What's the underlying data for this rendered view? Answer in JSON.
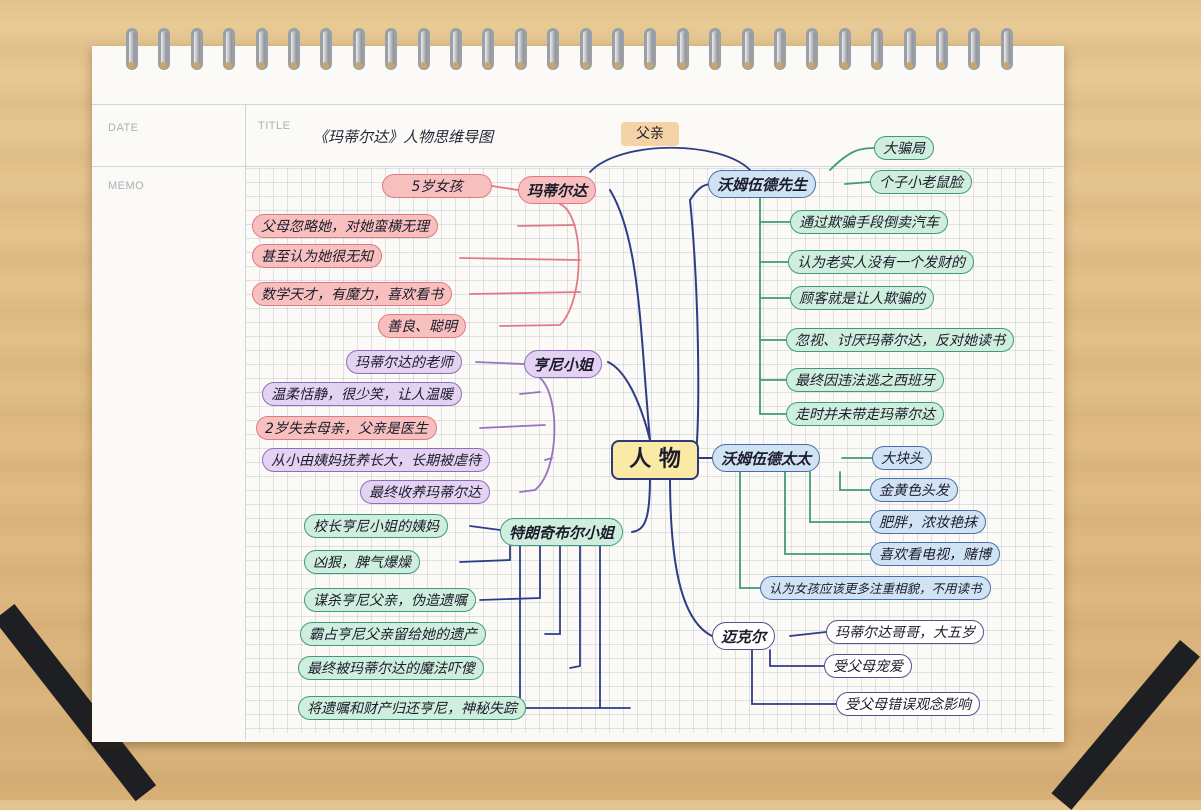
{
  "paper": {
    "header_labels": {
      "date": "DATE",
      "title": "TITLE",
      "memo": "MEMO"
    }
  },
  "mindmap": {
    "title": "《玛蒂尔达》人物思维导图",
    "center": "人 物",
    "father_tag": "父亲",
    "branches": {
      "matilda": {
        "name": "玛蒂尔达",
        "items": [
          "5岁女孩",
          "父母忽略她，对她蛮横无理",
          "甚至认为她很无知",
          "数学天才，有魔力，喜欢看书",
          "善良、聪明"
        ]
      },
      "miss_honey": {
        "name": "亨尼小姐",
        "items": [
          "玛蒂尔达的老师",
          "温柔恬静，很少笑，让人温暖",
          "2岁失去母亲，父亲是医生",
          "从小由姨妈抚养长大，长期被虐待",
          "最终收养玛蒂尔达"
        ]
      },
      "trunchbull": {
        "name": "特朗奇布尔小姐",
        "items": [
          "校长亨尼小姐的姨妈",
          "凶狠，脾气爆燥",
          "谋杀亨尼父亲，伪造遗嘱",
          "霸占亨尼父亲留给她的遗产",
          "最终被玛蒂尔达的魔法吓傻",
          "将遗嘱和财产归还亨尼，神秘失踪"
        ]
      },
      "mr_wormwood": {
        "name": "沃姆伍德先生",
        "items": [
          "大骗局",
          "个子小老鼠脸",
          "通过欺骗手段倒卖汽车",
          "认为老实人没有一个发财的",
          "顾客就是让人欺骗的",
          "忽视、讨厌玛蒂尔达，反对她读书",
          "最终因违法逃之西班牙",
          "走时并未带走玛蒂尔达"
        ]
      },
      "mrs_wormwood": {
        "name": "沃姆伍德太太",
        "items": [
          "大块头",
          "金黄色头发",
          "肥胖，浓妆艳抹",
          "喜欢看电视，赌博",
          "认为女孩应该更多注重相貌，不用读书"
        ]
      },
      "michael": {
        "name": "迈克尔",
        "items": [
          "玛蒂尔达哥哥，大五岁",
          "受父母宠爱",
          "受父母错误观念影响"
        ]
      }
    }
  }
}
